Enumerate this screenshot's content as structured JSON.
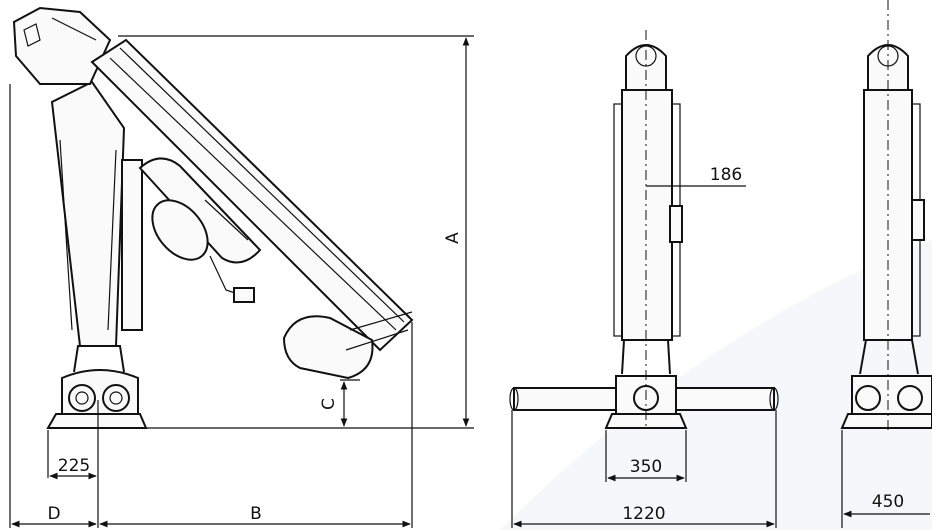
{
  "dimensions": {
    "a": "A",
    "b": "B",
    "c": "C",
    "d": "D",
    "base_width_225": "225",
    "column_offset_186": "186",
    "base_width_350": "350",
    "outrigger_span_1220": "1220",
    "base_depth_450": "450"
  },
  "colors": {
    "line": "#111111",
    "background": "#ffffff",
    "background_tint": "#eef1f5"
  }
}
